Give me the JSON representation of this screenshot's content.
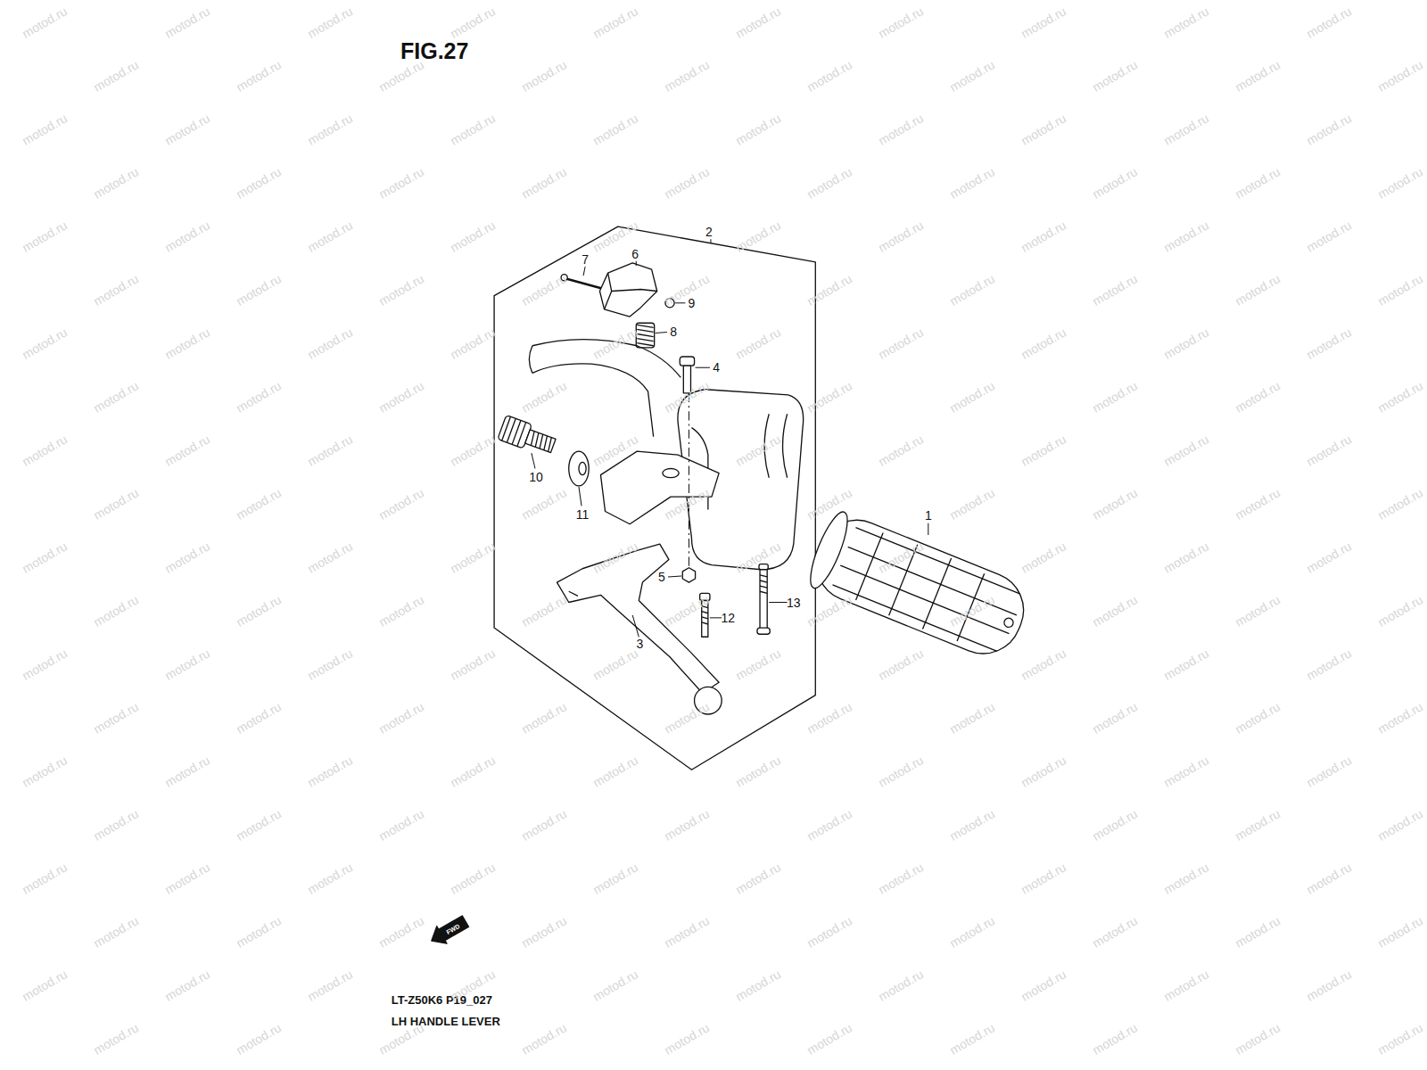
{
  "diagram": {
    "title": "FIG.27",
    "labels": [
      "7",
      "6",
      "2",
      "9",
      "8",
      "4",
      "10",
      "11",
      "1",
      "5",
      "12",
      "13",
      "3",
      "FWD",
      "LT-Z50K6 P19_027",
      "LH HANDLE LEVER",
      "motod.ru",
      "motod.ru",
      "motod.ru",
      "motod.ru",
      "motod.ru",
      "motod.ru",
      "motod.ru",
      "motod.ru",
      "motod.ru",
      "motod.ru",
      "motod.ru",
      "motod.ru",
      "motod.ru",
      "motod.ru",
      "motod.ru",
      "motod.ru",
      "motod.ru",
      "motod.ru",
      "motod.ru",
      "motod.ru",
      "motod.ru",
      "motod.ru",
      "motod.ru",
      "motod.ru",
      "motod.ru",
      "motod.ru",
      "motod.ru",
      "motod.ru",
      "motod.ru",
      "motod.ru",
      "motod.ru",
      "motod.ru",
      "motod.ru",
      "motod.ru",
      "motod.ru",
      "motod.ru",
      "motod.ru",
      "motod.ru",
      "motod.ru",
      "motod.ru",
      "motod.ru",
      "motod.ru",
      "motod.ru",
      "motod.ru",
      "motod.ru",
      "motod.ru",
      "motod.ru",
      "motod.ru",
      "motod.ru",
      "motod.ru",
      "motod.ru",
      "motod.ru",
      "motod.ru",
      "motod.ru",
      "motod.ru",
      "motod.ru",
      "motod.ru",
      "motod.ru",
      "motod.ru",
      "motod.ru",
      "motod.ru",
      "motod.ru",
      "motod.ru",
      "motod.ru",
      "motod.ru",
      "motod.ru",
      "motod.ru",
      "motod.ru",
      "motod.ru",
      "motod.ru",
      "motod.ru",
      "motod.ru",
      "motod.ru",
      "motod.ru",
      "motod.ru",
      "motod.ru",
      "motod.ru",
      "motod.ru",
      "motod.ru",
      "motod.ru",
      "motod.ru",
      "motod.ru",
      "motod.ru",
      "motod.ru",
      "motod.ru",
      "motod.ru",
      "motod.ru",
      "motod.ru",
      "motod.ru",
      "motod.ru",
      "motod.ru",
      "motod.ru",
      "motod.ru",
      "motod.ru",
      "motod.ru",
      "motod.ru",
      "motod.ru",
      "motod.ru",
      "motod.ru",
      "motod.ru",
      "motod.ru",
      "motod.ru",
      "motod.ru",
      "motod.ru",
      "motod.ru",
      "motod.ru",
      "motod.ru",
      "motod.ru",
      "motod.ru",
      "motod.ru",
      "motod.ru",
      "motod.ru",
      "motod.ru",
      "motod.ru",
      "motod.ru",
      "motod.ru",
      "motod.ru",
      "motod.ru",
      "motod.ru",
      "motod.ru",
      "motod.ru",
      "motod.ru",
      "motod.ru",
      "motod.ru",
      "motod.ru",
      "motod.ru",
      "motod.ru",
      "motod.ru",
      "motod.ru",
      "motod.ru",
      "motod.ru",
      "motod.ru",
      "motod.ru",
      "motod.ru",
      "motod.ru",
      "motod.ru",
      "motod.ru",
      "motod.ru",
      "motod.ru",
      "motod.ru",
      "motod.ru",
      "motod.ru",
      "motod.ru",
      "motod.ru",
      "motod.ru",
      "motod.ru",
      "motod.ru",
      "motod.ru",
      "motod.ru",
      "motod.ru",
      "motod.ru",
      "motod.ru",
      "motod.ru",
      "motod.ru",
      "motod.ru",
      "motod.ru",
      "motod.ru",
      "motod.ru",
      "motod.ru",
      "motod.ru",
      "motod.ru",
      "motod.ru",
      "motod.ru",
      "motod.ru",
      "motod.ru",
      "motod.ru",
      "motod.ru",
      "motod.ru",
      "motod.ru",
      "motod.ru",
      "motod.ru",
      "motod.ru",
      "motod.ru",
      "motod.ru",
      "motod.ru",
      "motod.ru",
      "motod.ru",
      "motod.ru",
      "motod.ru",
      "motod.ru",
      "motod.ru",
      "motod.ru",
      "motod.ru",
      "motod.ru",
      "motod.ru",
      "motod.ru",
      "motod.ru",
      "motod.ru",
      "motod.ru",
      "motod.ru",
      "motod.ru",
      "motod.ru",
      "motod.ru",
      "motod.ru",
      "motod.ru",
      "motod.ru",
      "motod.ru",
      "motod.ru",
      "motod.ru",
      "motod.ru"
    ]
  }
}
